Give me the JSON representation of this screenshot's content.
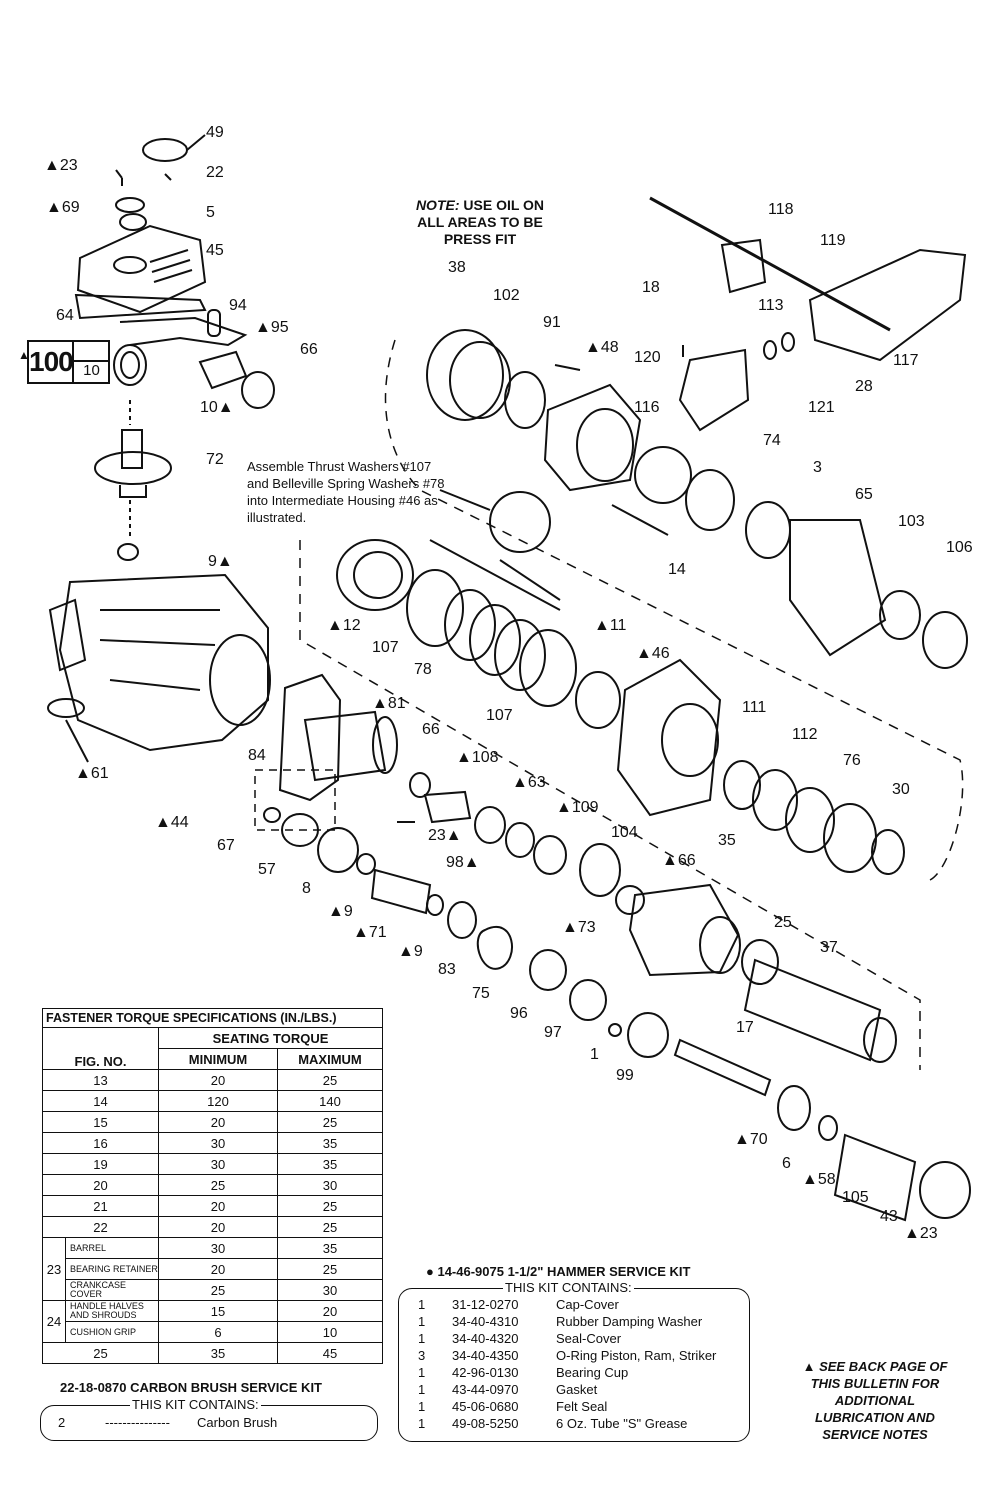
{
  "note": {
    "label": "NOTE:",
    "text": "USE OIL ON ALL AREAS TO BE PRESS FIT"
  },
  "thrust_note": "Assemble Thrust Washers #107 and Belleville Spring Washers #78 into Intermediate Housing #46 as illustrated.",
  "kit_box": {
    "main": "100",
    "sub": "10"
  },
  "callouts": {
    "c49": "49",
    "c23a": "▲23",
    "c22": "22",
    "c69": "▲69",
    "c5": "5",
    "c45": "45",
    "c64": "64",
    "c94": "94",
    "c95": "▲95",
    "c66a": "66",
    "c10": "10▲",
    "c72": "72",
    "c9a": "9▲",
    "c61": "▲61",
    "c44": "▲44",
    "c84": "84",
    "c67": "67",
    "c57": "57",
    "c8": "8",
    "c9b": "▲9",
    "c71": "▲71",
    "c9c": "▲9",
    "c83": "83",
    "c75": "75",
    "c96": "96",
    "c97": "97",
    "c1": "1",
    "c99": "99",
    "c70": "▲70",
    "c6": "6",
    "c58": "▲58",
    "c105": "105",
    "c43": "43",
    "c23b": "▲23",
    "c37": "37",
    "c17": "17",
    "c25": "25",
    "c73": "▲73",
    "c66b": "▲66",
    "c104": "104",
    "c109": "▲109",
    "c63": "▲63",
    "c108": "▲108",
    "c98": "98▲",
    "c23c": "23▲",
    "c66c": "66",
    "c81": "▲81",
    "c107a": "107",
    "c107b": "107",
    "c78": "78",
    "c12": "▲12",
    "c11": "▲11",
    "c46": "▲46",
    "c111": "111",
    "c112": "112",
    "c76": "76",
    "c30": "30",
    "c35": "35",
    "c38": "38",
    "c102": "102",
    "c91": "91",
    "c48": "▲48",
    "c18": "18",
    "c120": "120",
    "c116": "116",
    "c74": "74",
    "c3": "3",
    "c65": "65",
    "c103": "103",
    "c106": "106",
    "c14": "14",
    "c118": "118",
    "c119": "119",
    "c113": "113",
    "c28": "28",
    "c117": "117",
    "c121": "121"
  },
  "torque_table": {
    "title": "FASTENER TORQUE SPECIFICATIONS (IN./LBS.)",
    "seating": "SEATING TORQUE",
    "fig_no": "FIG. NO.",
    "min": "MINIMUM",
    "max": "MAXIMUM",
    "rows": [
      {
        "fig": "13",
        "min": "20",
        "max": "25"
      },
      {
        "fig": "14",
        "min": "120",
        "max": "140"
      },
      {
        "fig": "15",
        "min": "20",
        "max": "25"
      },
      {
        "fig": "16",
        "min": "30",
        "max": "35"
      },
      {
        "fig": "19",
        "min": "30",
        "max": "35"
      },
      {
        "fig": "20",
        "min": "25",
        "max": "30"
      },
      {
        "fig": "21",
        "min": "20",
        "max": "25"
      },
      {
        "fig": "22",
        "min": "20",
        "max": "25"
      }
    ],
    "g23": {
      "fig": "23",
      "rows": [
        {
          "sub": "BARREL",
          "min": "30",
          "max": "35"
        },
        {
          "sub": "BEARING RETAINER",
          "min": "20",
          "max": "25"
        },
        {
          "sub": "CRANKCASE COVER",
          "min": "25",
          "max": "30"
        }
      ]
    },
    "g24": {
      "fig": "24",
      "rows": [
        {
          "sub": "HANDLE HALVES AND SHROUDS",
          "min": "15",
          "max": "20"
        },
        {
          "sub": "CUSHION GRIP",
          "min": "6",
          "max": "10"
        }
      ]
    },
    "last": {
      "fig": "25",
      "min": "35",
      "max": "45"
    }
  },
  "brush_kit": {
    "title": "22-18-0870 CARBON BRUSH SERVICE KIT",
    "contains": "THIS KIT CONTAINS:",
    "items": [
      {
        "qty": "2",
        "part": "---------------",
        "desc": "Carbon Brush"
      }
    ]
  },
  "hammer_kit": {
    "title": "● 14-46-9075 1-1/2\" HAMMER SERVICE KIT",
    "contains": "THIS KIT CONTAINS:",
    "items": [
      {
        "qty": "1",
        "part": "31-12-0270",
        "desc": "Cap-Cover"
      },
      {
        "qty": "1",
        "part": "34-40-4310",
        "desc": "Rubber Damping Washer"
      },
      {
        "qty": "1",
        "part": "34-40-4320",
        "desc": "Seal-Cover"
      },
      {
        "qty": "3",
        "part": "34-40-4350",
        "desc": "O-Ring  Piston, Ram, Striker"
      },
      {
        "qty": "1",
        "part": "42-96-0130",
        "desc": "Bearing Cup"
      },
      {
        "qty": "1",
        "part": "43-44-0970",
        "desc": "Gasket"
      },
      {
        "qty": "1",
        "part": "45-06-0680",
        "desc": "Felt Seal"
      },
      {
        "qty": "1",
        "part": "49-08-5250",
        "desc": "6 Oz. Tube \"S\" Grease"
      }
    ]
  },
  "see_back": "▲ SEE BACK PAGE OF THIS BULLETIN FOR ADDITIONAL LUBRICATION AND SERVICE NOTES"
}
